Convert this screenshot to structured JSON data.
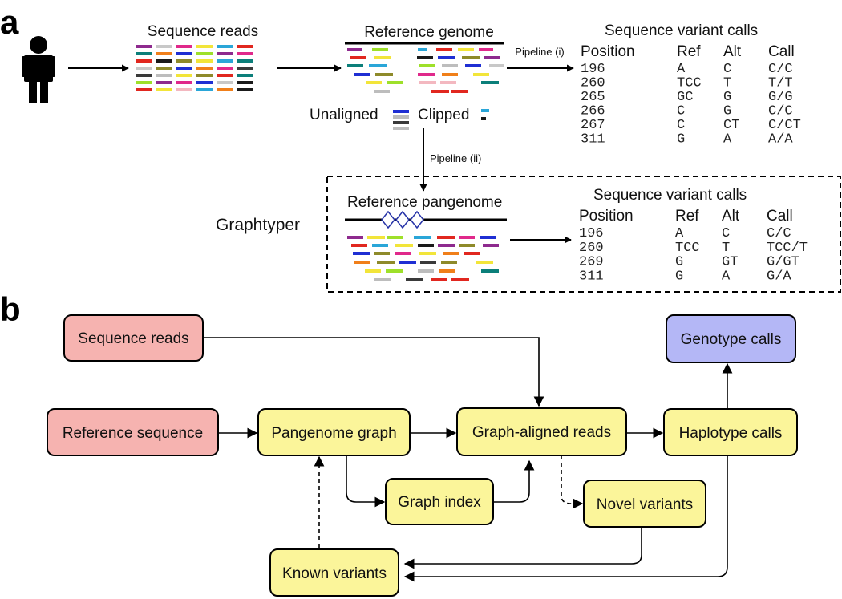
{
  "panel_a": {
    "label": "a",
    "sequence_reads_title": "Sequence reads",
    "reference_genome_title": "Reference genome",
    "pipeline_i_label": "Pipeline (i)",
    "pipeline_ii_label": "Pipeline (ii)",
    "unaligned_label": "Unaligned",
    "clipped_label": "Clipped",
    "graphtyper_label": "Graphtyper",
    "reference_pangenome_title": "Reference pangenome",
    "table1": {
      "title": "Sequence variant calls",
      "headers": [
        "Position",
        "Ref",
        "Alt",
        "Call"
      ],
      "rows": [
        [
          "196",
          "A",
          "C",
          "C/C"
        ],
        [
          "260",
          "TCC",
          "T",
          "T/T"
        ],
        [
          "265",
          "GC",
          "G",
          "G/G"
        ],
        [
          "266",
          "C",
          "G",
          "C/C"
        ],
        [
          "267",
          "C",
          "CT",
          "C/CT"
        ],
        [
          "311",
          "G",
          "A",
          "A/A"
        ]
      ]
    },
    "table2": {
      "title": "Sequence variant calls",
      "headers": [
        "Position",
        "Ref",
        "Alt",
        "Call"
      ],
      "rows": [
        [
          "196",
          "A",
          "C",
          "C/C"
        ],
        [
          "260",
          "TCC",
          "T",
          "TCC/T"
        ],
        [
          "269",
          "G",
          "GT",
          "G/GT"
        ],
        [
          "311",
          "G",
          "A",
          "G/A"
        ]
      ]
    }
  },
  "panel_b": {
    "label": "b",
    "boxes": {
      "sequence_reads": "Sequence reads",
      "genotype_calls": "Genotype calls",
      "reference_sequence": "Reference sequence",
      "pangenome_graph": "Pangenome graph",
      "graph_aligned_reads": "Graph-aligned reads",
      "haplotype_calls": "Haplotype calls",
      "graph_index": "Graph index",
      "novel_variants": "Novel variants",
      "known_variants": "Known variants"
    }
  },
  "colors": {
    "input_box": "#f6b3b0",
    "process_box": "#fbf59a",
    "output_box": "#b4b7f6",
    "read_palette": [
      "#8e2a8e",
      "#c8c8c8",
      "#e0298b",
      "#f2e53a",
      "#2aa6d8",
      "#e1271f",
      "#1f2fd3",
      "#f07f1a",
      "#8e8a2a",
      "#0c7f7a",
      "#1a1a1a",
      "#9ee02a",
      "#f3b8c0",
      "#bdbdbd",
      "#3a3a3a"
    ]
  }
}
